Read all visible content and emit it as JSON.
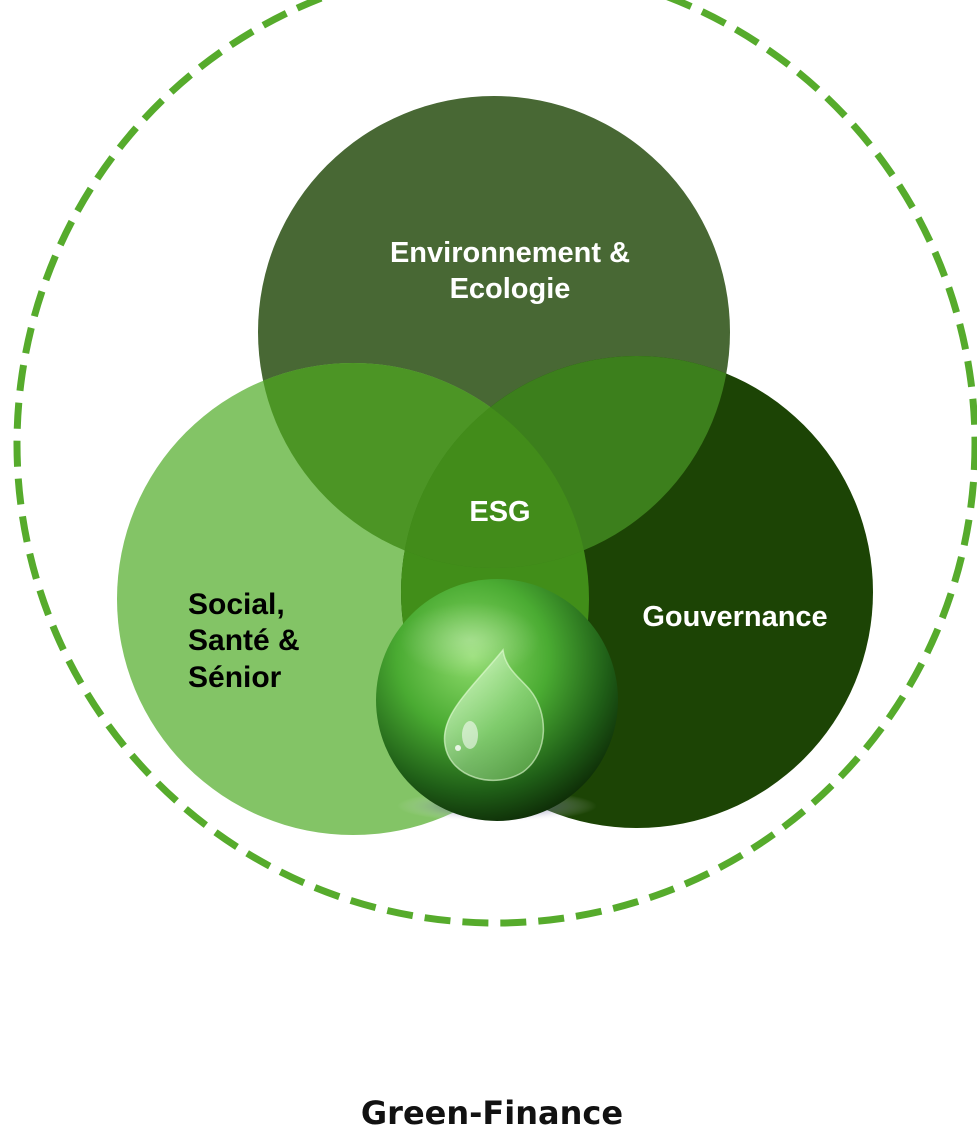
{
  "diagram": {
    "circles": {
      "environment": {
        "line1": "Environnement &",
        "line2": "Ecologie",
        "color": "#486834"
      },
      "social": {
        "line1": "Social,",
        "line2": "Santé &",
        "line3": "Sénior",
        "color": "#83c466"
      },
      "governance": {
        "label": "Gouvernance",
        "color": "#1c4405"
      },
      "center": {
        "label": "ESG"
      }
    },
    "outer_ring_color": "#56ab2c",
    "logo": {
      "caption": "Green-Finance",
      "sphere_color": "#3e9a2c",
      "icon": "water-drop-icon"
    }
  }
}
